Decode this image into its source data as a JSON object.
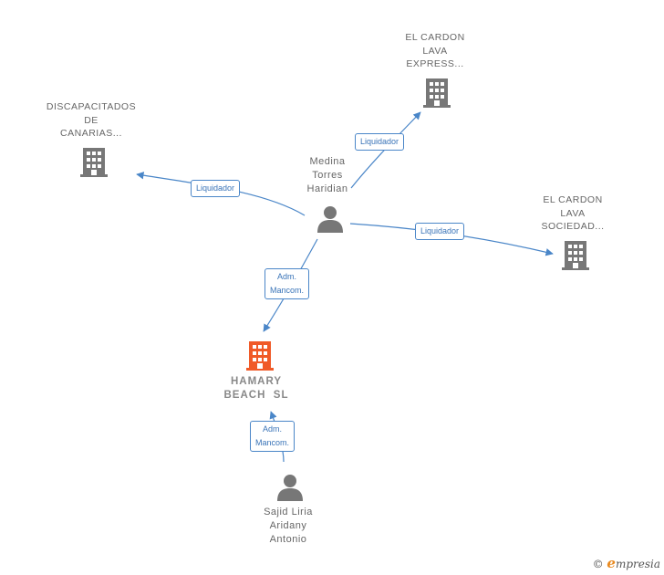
{
  "nodes": {
    "discapacitados": {
      "lines": [
        "DISCAPACITADOS",
        "DE",
        "CANARIAS..."
      ]
    },
    "cardon_express": {
      "lines": [
        "EL CARDON",
        "LAVA",
        "EXPRESS..."
      ]
    },
    "cardon_sociedad": {
      "lines": [
        "EL CARDON",
        "LAVA",
        "SOCIEDAD..."
      ]
    },
    "medina": {
      "lines": [
        "Medina",
        "Torres",
        "Haridian"
      ]
    },
    "hamary": {
      "lines": [
        "HAMARY",
        "BEACH  SL"
      ]
    },
    "sajid": {
      "lines": [
        "Sajid Liria",
        "Aridany",
        "Antonio"
      ]
    }
  },
  "edges": {
    "to_discapacitados": {
      "lines": [
        "Liquidador"
      ]
    },
    "to_cardon_express": {
      "lines": [
        "Liquidador"
      ]
    },
    "to_cardon_sociedad": {
      "lines": [
        "Liquidador"
      ]
    },
    "medina_to_hamary": {
      "lines": [
        "Adm.",
        "Mancom."
      ]
    },
    "sajid_to_hamary": {
      "lines": [
        "Adm.",
        "Mancom."
      ]
    }
  },
  "colors": {
    "edge": "#4a86c8",
    "company_icon": "#777777",
    "main_company_icon": "#f05a28",
    "person_icon": "#777777"
  },
  "brand": {
    "copyright": "©",
    "initial": "e",
    "rest": "mpresia"
  }
}
